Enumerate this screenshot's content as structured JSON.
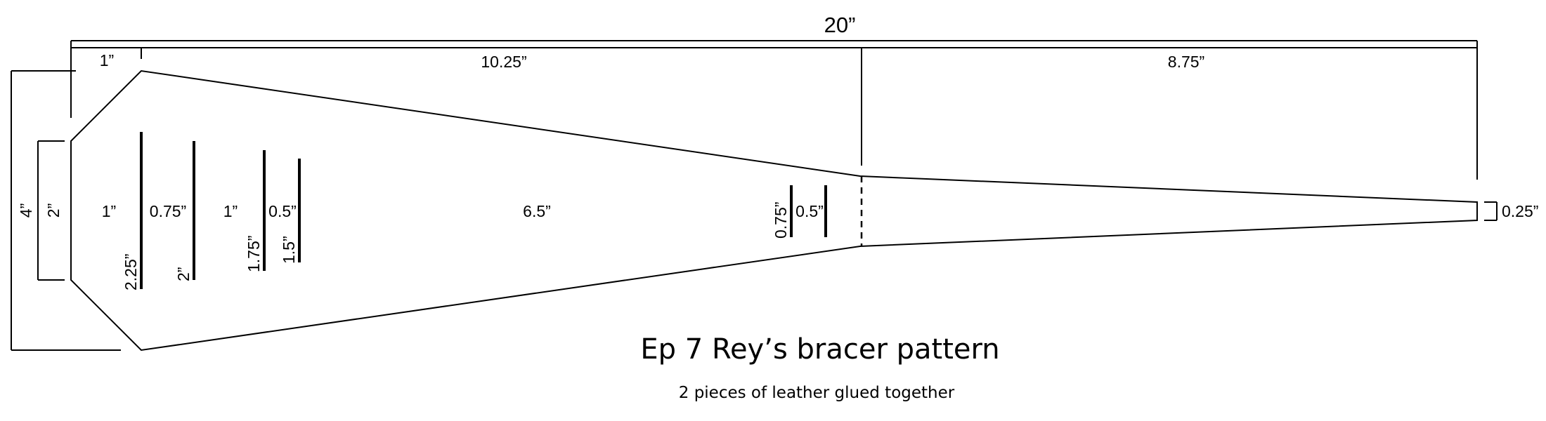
{
  "title": "Ep 7 Rey’s bracer pattern",
  "subtitle": "2 pieces of leather glued together",
  "dimensions": {
    "total_length": "20”",
    "bevel_length": "1”",
    "upper_taper_length": "10.25”",
    "strap_length": "8.75”",
    "overall_height": "4”",
    "end_height": "2”",
    "tip_height": "0.25”",
    "slot_1_offset": "1”",
    "slot_1_height": "2.25”",
    "slot_gap_1": "0.75”",
    "slot_2_height": "2”",
    "slot_2_offset": "1”",
    "slot_3_height": "1.75”",
    "slot_gap_2": "0.5”",
    "slot_4_height": "1.5”",
    "mid_span": "6.5”",
    "slot_5_height": "0.75”",
    "slot_gap_3": "0.5”"
  }
}
